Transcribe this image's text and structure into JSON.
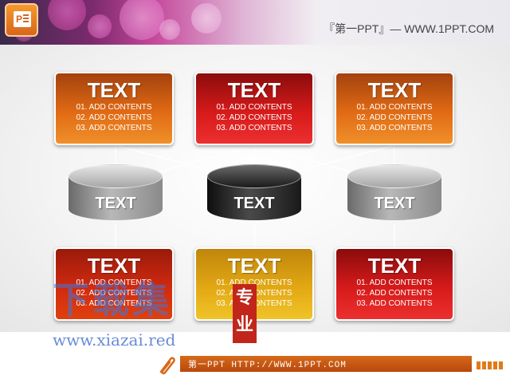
{
  "header": {
    "brand": "『第一PPT』— WWW.1PPT.COM",
    "app_icon": "powerpoint-icon"
  },
  "cards": [
    {
      "title": "TEXT",
      "lines": [
        "01. ADD CONTENTS",
        "02. ADD CONTENTS",
        "03. ADD CONTENTS"
      ],
      "color": "#e06a14"
    },
    {
      "title": "TEXT",
      "lines": [
        "01. ADD CONTENTS",
        "02. ADD CONTENTS",
        "03. ADD CONTENTS"
      ],
      "color": "#d61a1a"
    },
    {
      "title": "TEXT",
      "lines": [
        "01. ADD CONTENTS",
        "02. ADD CONTENTS",
        "03. ADD CONTENTS"
      ],
      "color": "#e06a14"
    },
    {
      "title": "TEXT",
      "lines": [
        "01. ADD CONTENTS",
        "02. ADD CONTENTS",
        "03. ADD CONTENTS"
      ],
      "color": "#d02a10"
    },
    {
      "title": "TEXT",
      "lines": [
        "01. ADD CONTENTS",
        "02. ADD CONTENTS",
        "03. ADD CONTENTS"
      ],
      "color": "#e2a814"
    },
    {
      "title": "TEXT",
      "lines": [
        "01. ADD CONTENTS",
        "02. ADD CONTENTS",
        "03. ADD CONTENTS"
      ],
      "color": "#d61a1a"
    }
  ],
  "cylinders": [
    {
      "label": "TEXT",
      "color": "#9a9a9a"
    },
    {
      "label": "TEXT",
      "color": "#1a1a1a"
    },
    {
      "label": "TEXT",
      "color": "#9a9a9a"
    }
  ],
  "watermark": {
    "cn": "下载集",
    "url": "www.xiazai.red",
    "seal": "专业"
  },
  "footer": {
    "text": "第一PPT HTTP://WWW.1PPT.COM",
    "accent": "#d66a1a"
  }
}
